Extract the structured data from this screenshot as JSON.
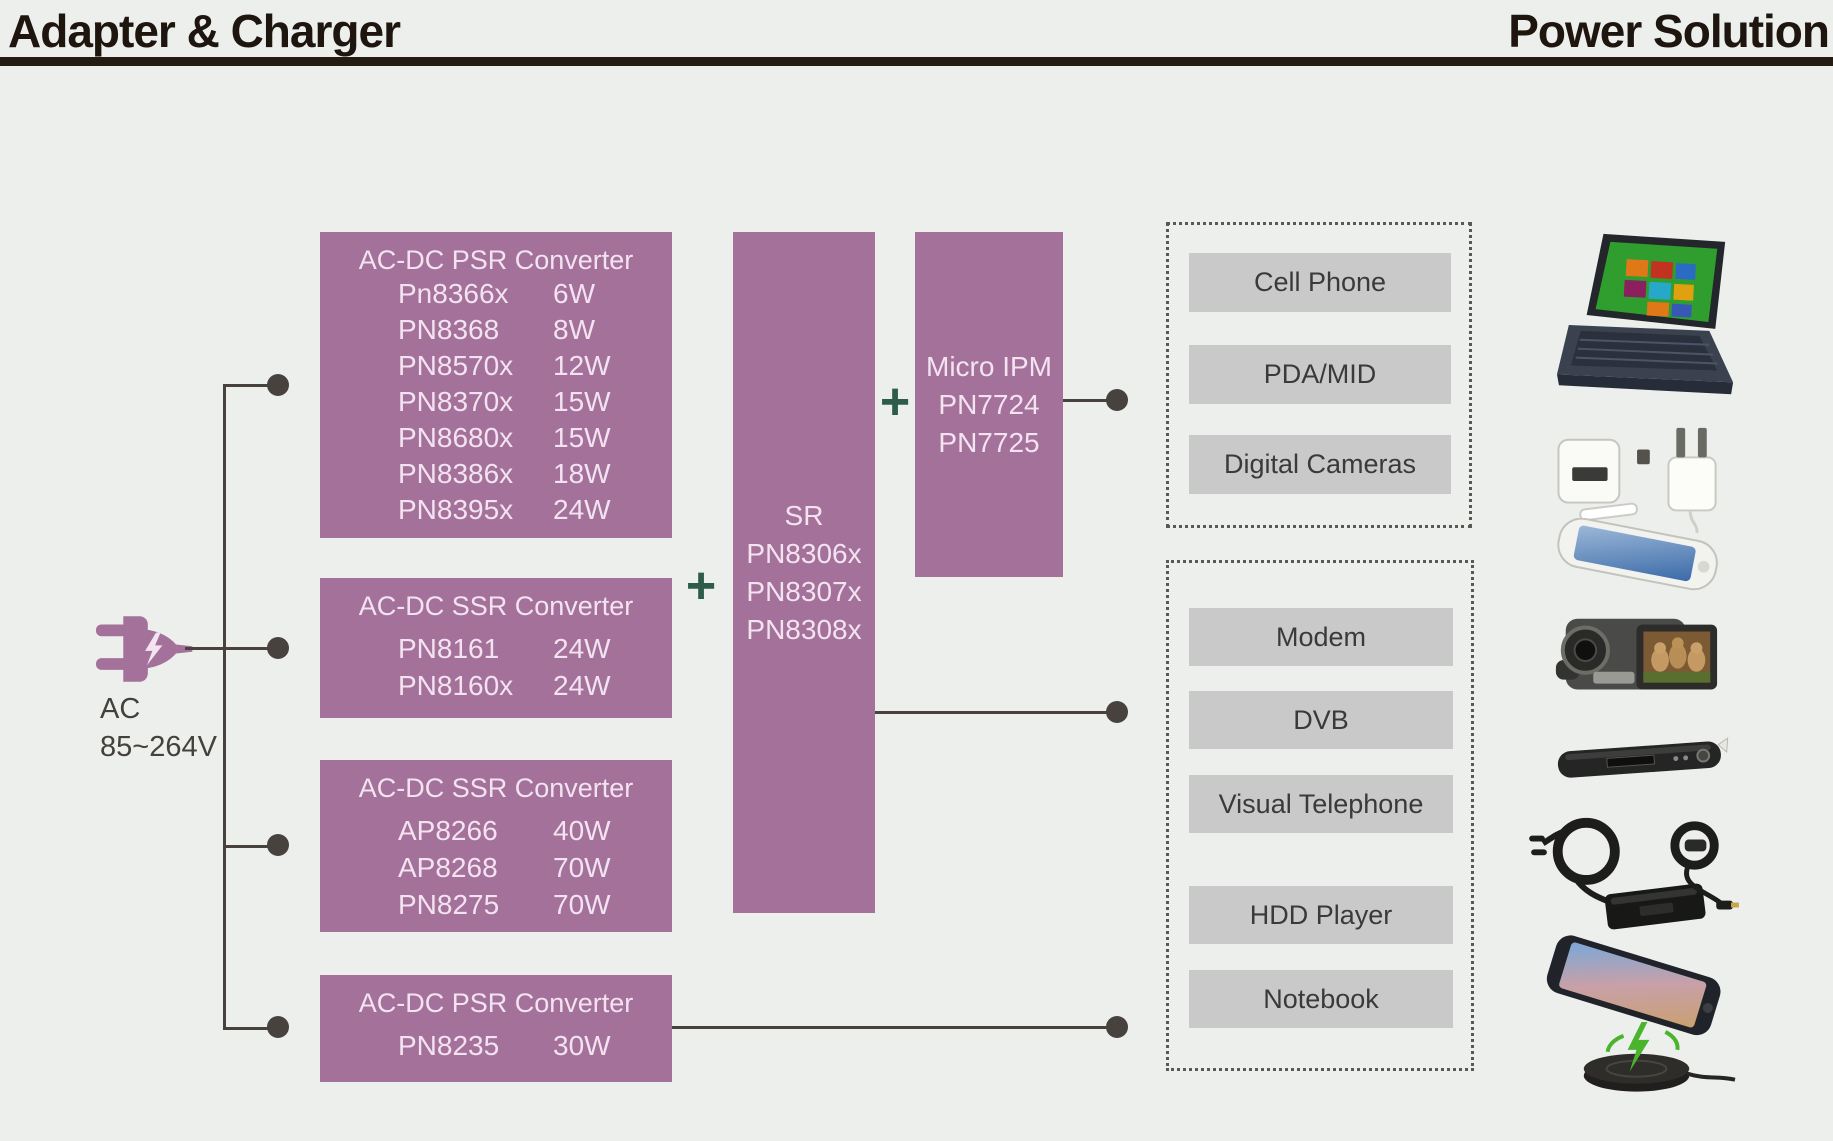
{
  "header": {
    "title_left": "Adapter & Charger",
    "title_right": "Power Solution"
  },
  "ac_input": {
    "line1": "AC",
    "line2": "85~264V"
  },
  "plus_symbol": "+",
  "converter_boxes": [
    {
      "title": "AC-DC PSR Converter",
      "rows": [
        {
          "pn": "Pn8366x",
          "watt": "6W"
        },
        {
          "pn": "PN8368",
          "watt": "8W"
        },
        {
          "pn": "PN8570x",
          "watt": "12W"
        },
        {
          "pn": "PN8370x",
          "watt": "15W"
        },
        {
          "pn": "PN8680x",
          "watt": "15W"
        },
        {
          "pn": "PN8386x",
          "watt": "18W"
        },
        {
          "pn": "PN8395x",
          "watt": "24W"
        }
      ]
    },
    {
      "title": "AC-DC SSR Converter",
      "rows": [
        {
          "pn": "PN8161",
          "watt": "24W"
        },
        {
          "pn": "PN8160x",
          "watt": "24W"
        }
      ]
    },
    {
      "title": "AC-DC SSR Converter",
      "rows": [
        {
          "pn": "AP8266",
          "watt": "40W"
        },
        {
          "pn": "AP8268",
          "watt": "70W"
        },
        {
          "pn": "PN8275",
          "watt": "70W"
        }
      ]
    },
    {
      "title": "AC-DC PSR Converter",
      "rows": [
        {
          "pn": "PN8235",
          "watt": "30W"
        }
      ]
    }
  ],
  "sr_box": {
    "title": "SR",
    "parts": [
      "PN8306x",
      "PN8307x",
      "PN8308x"
    ]
  },
  "micro_ipm_box": {
    "title": "Micro IPM",
    "parts": [
      "PN7724",
      "PN7725"
    ]
  },
  "applications": {
    "group1": {
      "items": [
        "Cell Phone",
        "PDA/MID",
        "Digital Cameras"
      ]
    },
    "group2": {
      "items": [
        "Modem",
        "DVB",
        "Visual Telephone",
        "HDD Player",
        "Notebook"
      ]
    }
  },
  "device_icons": [
    "notebook-laptop",
    "usb-wall-chargers",
    "smartphone",
    "camcorder",
    "hdd-media-player",
    "notebook-power-adapter",
    "wireless-charging-phone"
  ],
  "colors": {
    "background": "#edefed",
    "box_purple": "#a4719a",
    "box_text": "#f3e3f1",
    "plus_green": "#2e5c4b",
    "line_gray": "#47423e",
    "bar_gray": "#c9c9c9",
    "bar_text": "#3a3a3a",
    "header_text": "#1e150e"
  }
}
